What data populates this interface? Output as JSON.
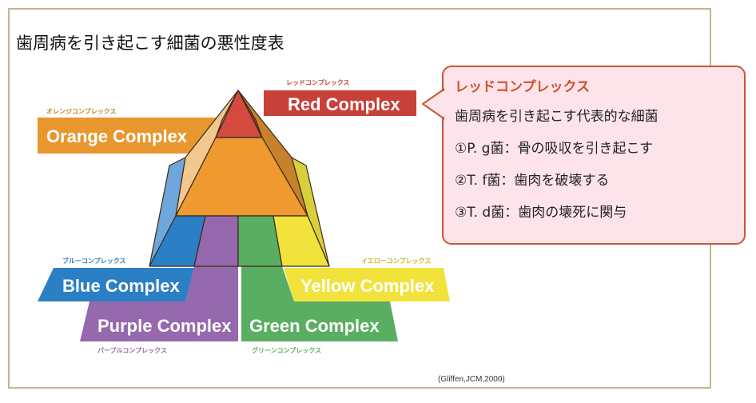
{
  "title": "歯周病を引き起こす細菌の悪性度表",
  "complexes": {
    "red": {
      "label": "Red Complex",
      "kana": "レッドコンプレックス",
      "color": "#c8403a"
    },
    "orange": {
      "label": "Orange Complex",
      "kana": "オレンジコンプレックス",
      "color": "#e8962e"
    },
    "blue": {
      "label": "Blue Complex",
      "kana": "ブルーコンプレックス",
      "color": "#2b7fc4"
    },
    "yellow": {
      "label": "Yellow Complex",
      "kana": "イエローコンプレックス",
      "color": "#f1e33c"
    },
    "purple": {
      "label": "Purple Complex",
      "kana": "パープルコンプレックス",
      "color": "#9668ad"
    },
    "green": {
      "label": "Green Complex",
      "kana": "グリーンコンプレックス",
      "color": "#5aae62"
    }
  },
  "citation": "(Gliffen,JCM,2000)",
  "callout": {
    "heading": "レッドコンプレックス",
    "lines": [
      "歯周病を引き起こす代表的な細菌",
      "①P. g菌：骨の吸収を引き起こす",
      "②T. f菌：歯肉を破壊する",
      "③T. d菌：歯肉の壊死に関与"
    ]
  }
}
